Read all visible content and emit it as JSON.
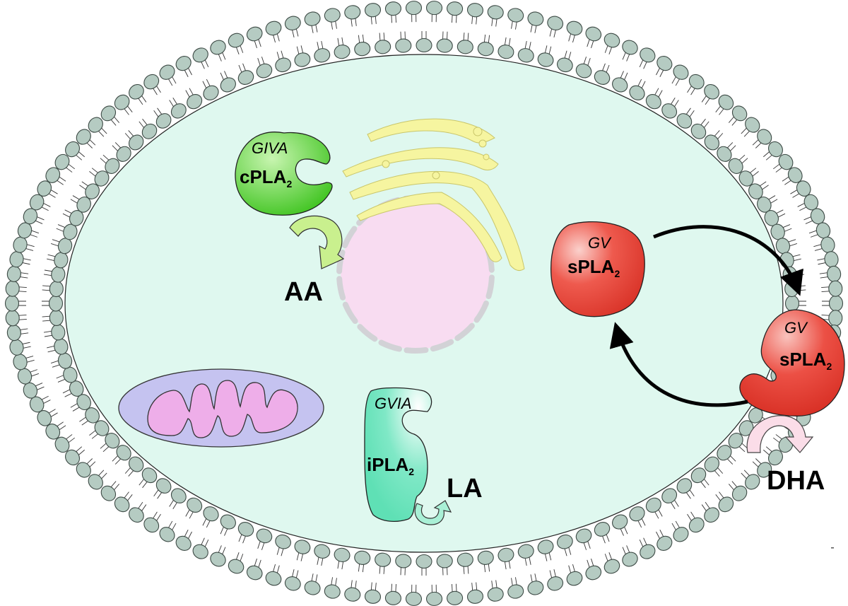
{
  "colors": {
    "membrane_head": "#b5cbc2",
    "cytoplasm": "#dff8ef",
    "nucleus": "#f8dcf1",
    "golgi": "#f6f5a0",
    "mito_outer": "#c5c3f0",
    "mito_inner": "#eeaee9",
    "cpla2": "#5bd438",
    "ipla2": "#6fe6bf",
    "spla2": "#e8473c"
  },
  "enzymes": {
    "cpla2": {
      "group": "GIVA",
      "name": "cPLA",
      "sub": "2",
      "product": "AA"
    },
    "ipla2": {
      "group": "GVIA",
      "name": "iPLA",
      "sub": "2",
      "product": "LA"
    },
    "spla2_free": {
      "group": "GV",
      "name": "sPLA",
      "sub": "2"
    },
    "spla2_bound": {
      "group": "GV",
      "name": "sPLA",
      "sub": "2",
      "product": "DHA"
    }
  },
  "icons": {
    "lipid_bilayer": "phospholipid-bilayer-icon",
    "nucleus": "nucleus-icon",
    "golgi": "golgi-apparatus-icon",
    "mitochondrion": "mitochondrion-icon",
    "arrow": "curved-arrow-icon"
  }
}
